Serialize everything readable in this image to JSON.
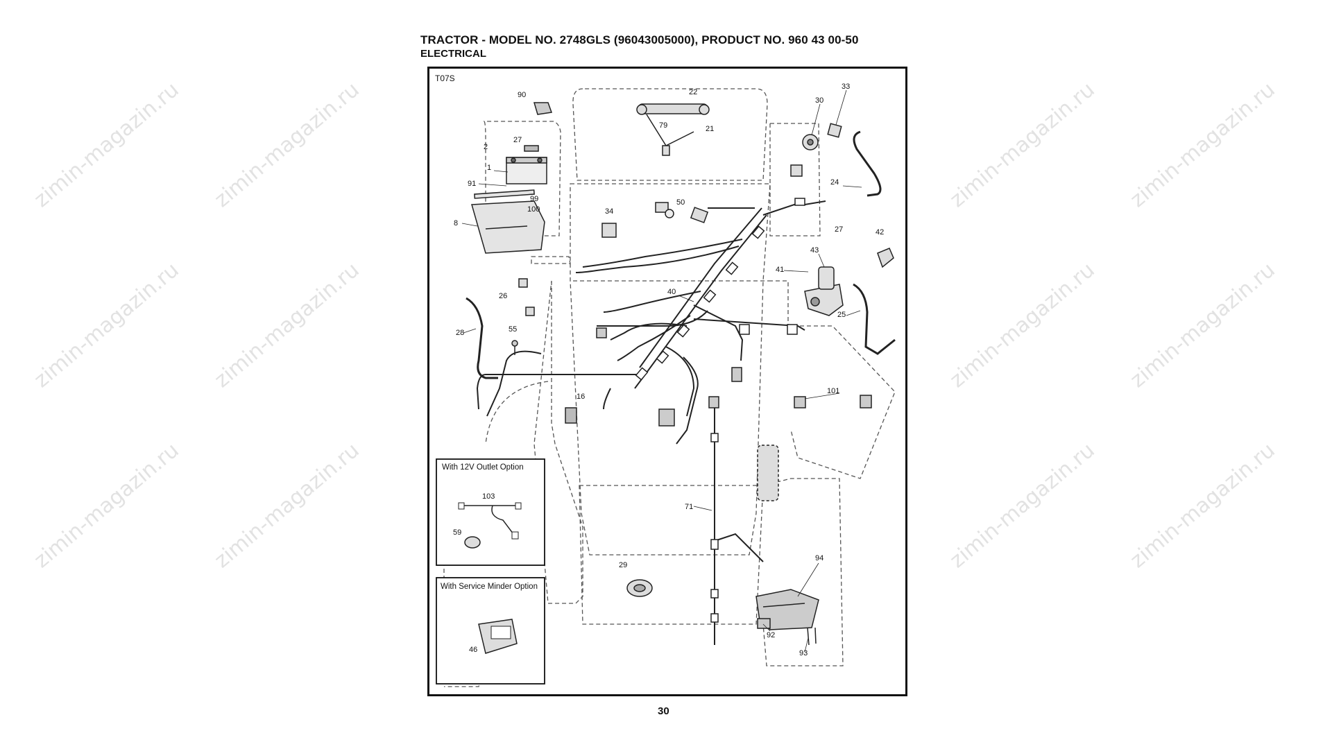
{
  "header": {
    "title": "TRACTOR - MODEL NO. 2748GLS (96043005000), PRODUCT NO. 960 43 00-50",
    "subtitle": "ELECTRICAL"
  },
  "diagram": {
    "code": "T07S",
    "callouts": [
      "22",
      "79",
      "21",
      "90",
      "27",
      "2",
      "1",
      "91",
      "99",
      "100",
      "8",
      "30",
      "33",
      "24",
      "27",
      "34",
      "50",
      "42",
      "43",
      "41",
      "26",
      "40",
      "25",
      "28",
      "55",
      "16",
      "101",
      "71",
      "29",
      "94",
      "92",
      "93"
    ],
    "insets": [
      {
        "label": "With 12V Outlet Option",
        "callouts": [
          "103",
          "59"
        ]
      },
      {
        "label": "With Service Minder Option",
        "callouts": [
          "46"
        ]
      }
    ]
  },
  "watermark": {
    "text": "zimin-magazin.ru"
  },
  "footer": {
    "page_number": "30"
  }
}
